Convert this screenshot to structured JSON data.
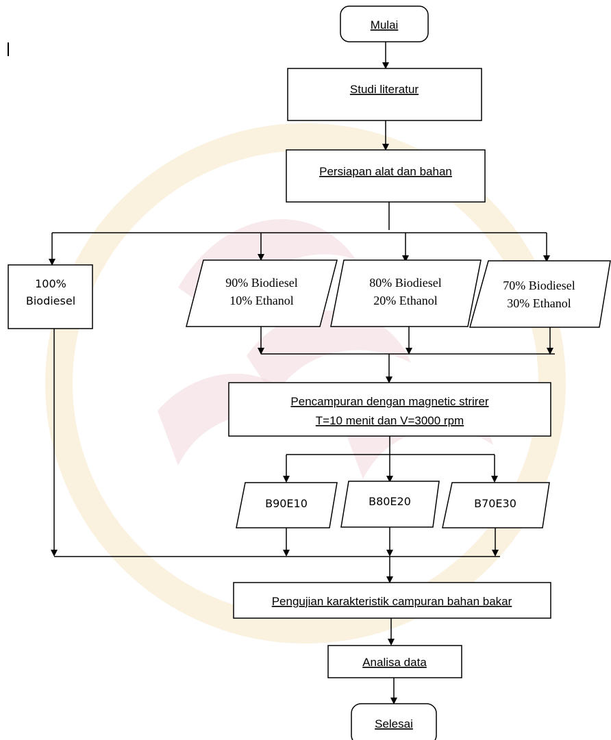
{
  "nodes": {
    "start": "Mulai",
    "literature": "Studi literatur",
    "preparation": "Persiapan alat dan bahan",
    "b100_line1": "100%",
    "b100_line2": "Biodiesel",
    "b90_line1": "90% Biodiesel",
    "b90_line2": "10% Ethanol",
    "b80_line1": "80% Biodiesel",
    "b80_line2": "20% Ethanol",
    "b70_line1": "70% Biodiesel",
    "b70_line2": "30% Ethanol",
    "mixing_line1": "Pencampuran dengan magnetic strirer",
    "mixing_line2": "T=10 menit dan V=3000 rpm",
    "out_b90e10": "B90E10",
    "out_b80e20": "B80E20",
    "out_b70e30": "B70E30",
    "testing": "Pengujian karakteristik campuran bahan bakar",
    "analysis": "Analisa data",
    "finish": "Selesai"
  },
  "colors": {
    "stroke": "#000000",
    "spellcheck_underline": "#e03030",
    "watermark": "#e9b8be"
  }
}
